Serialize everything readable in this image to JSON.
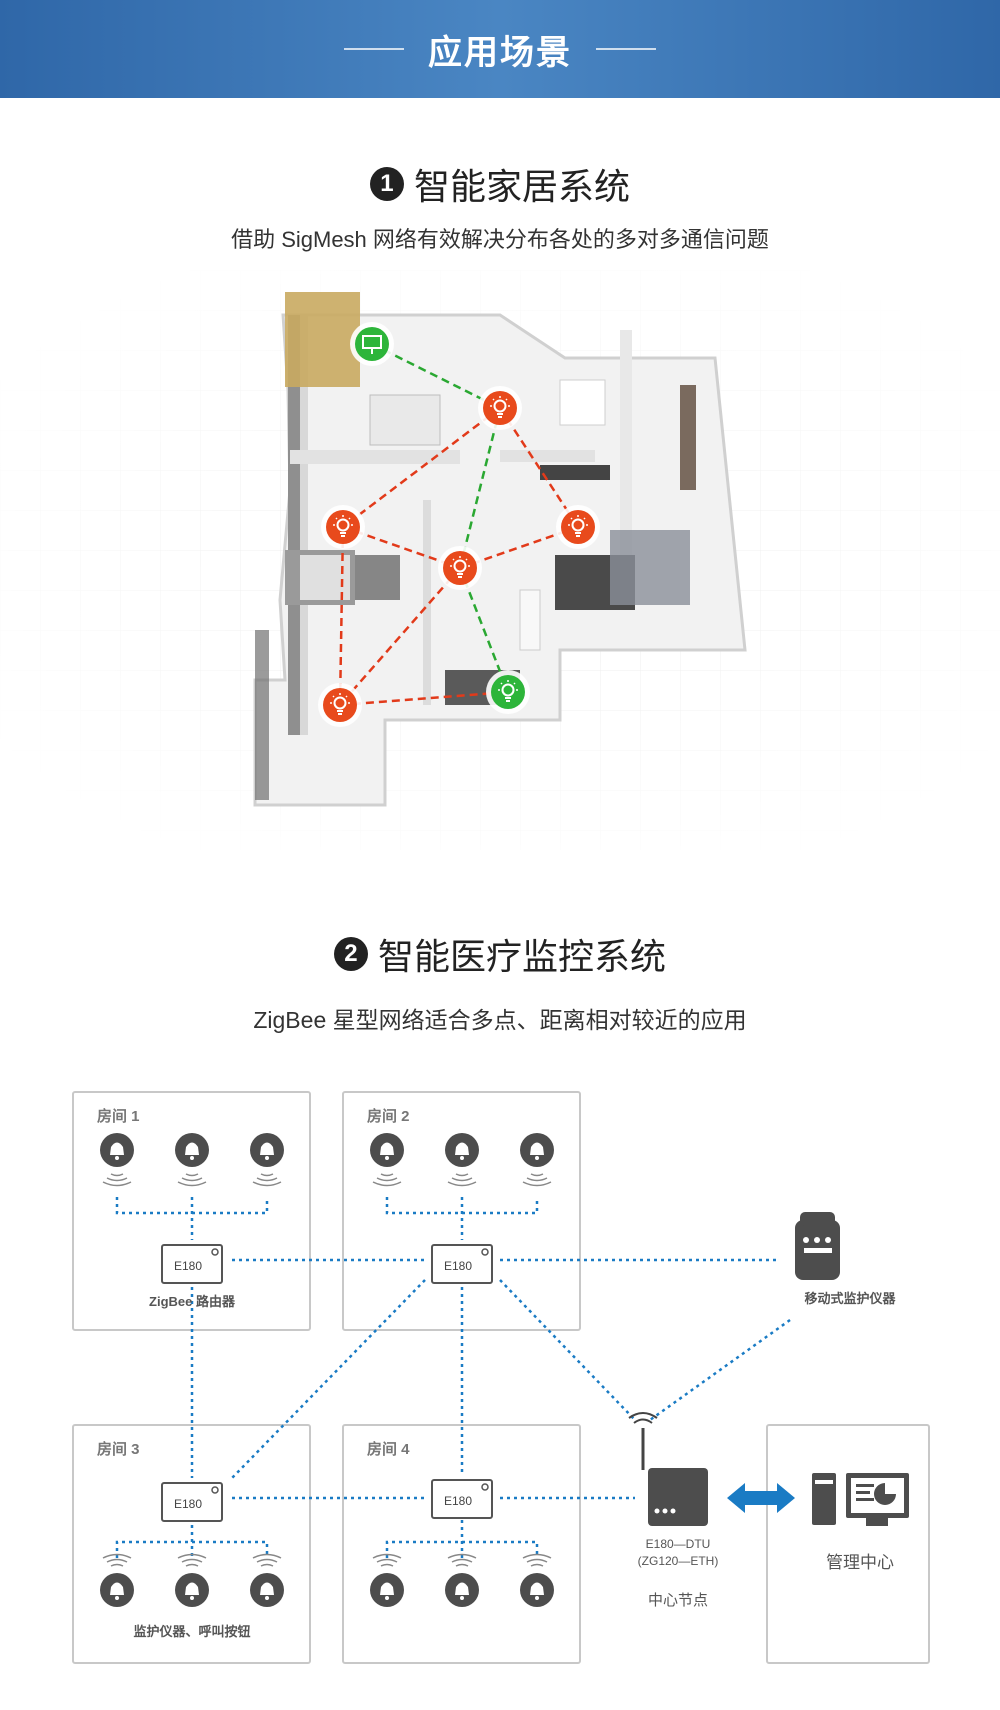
{
  "header": {
    "title": "应用场景"
  },
  "section1": {
    "number": "1",
    "title": "智能家居系统",
    "subtitle": "借助 SigMesh 网络有效解决分布各处的多对多通信问题"
  },
  "section2": {
    "number": "2",
    "title": "智能医疗监控系统",
    "subtitle": "ZigBee 星型网络适合多点、距离相对较近的应用"
  },
  "diagram": {
    "rooms": [
      {
        "label": "房间 1",
        "caption": "ZigBee 路由器"
      },
      {
        "label": "房间 2",
        "caption": ""
      },
      {
        "label": "房间 3",
        "caption": "监护仪器、呼叫按钮"
      },
      {
        "label": "房间 4",
        "caption": ""
      }
    ],
    "router_label": "E180",
    "mobile_monitor": "移动式监护仪器",
    "dtu_model": "E180—DTU",
    "dtu_sub": "(ZG120—ETH)",
    "center_node": "中心节点",
    "management": "管理中心"
  },
  "colors": {
    "header": "#3a75b6",
    "red_node": "#e84a1c",
    "green_node": "#2db53a",
    "link_blue": "#1a7bc4",
    "gray_device": "#4d4d4d"
  },
  "icons": [
    "bulb-icon",
    "monitor-icon",
    "bell-icon",
    "router-icon",
    "computer-icon"
  ]
}
